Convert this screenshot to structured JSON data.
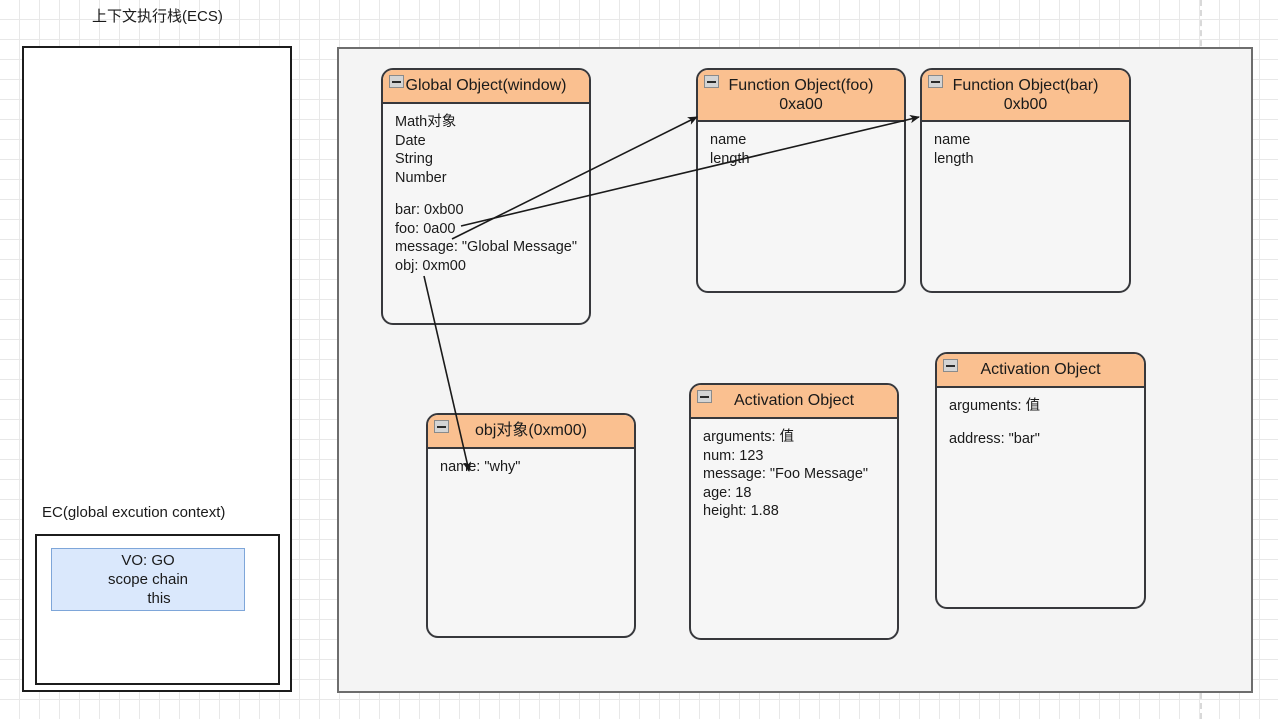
{
  "diagram": {
    "stack_title": "上下文执行栈(ECS)",
    "ec_label": "EC(global excution context)",
    "vo_lines": [
      "VO: GO",
      "scope chain",
      "this"
    ],
    "colors": {
      "header": "#fac090",
      "card_border": "#37383c",
      "panel_bg": "#f4f4f4",
      "vo_fill": "#dae8fc",
      "vo_border": "#7ea6d9",
      "grid": "#e8e8e8"
    },
    "cards": {
      "global": {
        "title": "Global Object(window)",
        "rows": [
          "Math对象",
          "Date",
          "String",
          "Number",
          "",
          "bar: 0xb00",
          "foo: 0a00",
          "message: \"Global Message\"",
          "obj: 0xm00"
        ]
      },
      "foo": {
        "title_line1": "Function Object(foo)",
        "title_line2": "0xa00",
        "rows": [
          "name",
          "length"
        ]
      },
      "bar": {
        "title_line1": "Function Object(bar)",
        "title_line2": "0xb00",
        "rows": [
          "name",
          "length"
        ]
      },
      "obj": {
        "title": "obj对象(0xm00)",
        "rows": [
          "name: \"why\""
        ]
      },
      "activation_foo": {
        "title": "Activation Object",
        "rows": [
          "arguments: 值",
          "num: 123",
          "message: \"Foo Message\"",
          "age: 18",
          "height: 1.88"
        ]
      },
      "activation_bar": {
        "title": "Activation Object",
        "rows": [
          "arguments: 值",
          "",
          "address: \"bar\""
        ]
      }
    },
    "icons": {
      "collapse": "minus-icon"
    }
  }
}
